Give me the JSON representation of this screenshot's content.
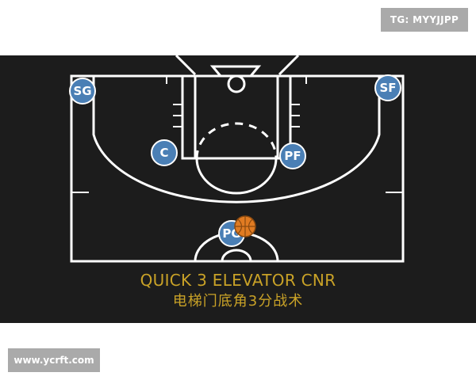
{
  "watermark": {
    "tag": "TG: MYYJJPP",
    "url": "www.ycrft.com"
  },
  "diagram": {
    "title": "QUICK 3 ELEVATOR CNR",
    "subtitle": "电梯门底角3分战术"
  },
  "players": [
    {
      "id": "sg",
      "label": "SG"
    },
    {
      "id": "sf",
      "label": "SF"
    },
    {
      "id": "c",
      "label": "C"
    },
    {
      "id": "pf",
      "label": "PF"
    },
    {
      "id": "pg",
      "label": "PG"
    }
  ],
  "colors": {
    "background": "#1c1c1c",
    "court_lines": "#ffffff",
    "player_fill": "#4a7fb5",
    "player_stroke": "#ffffff",
    "ball": "#e07b22",
    "caption": "#c9a227",
    "watermark_box": "#aaaaaa"
  }
}
